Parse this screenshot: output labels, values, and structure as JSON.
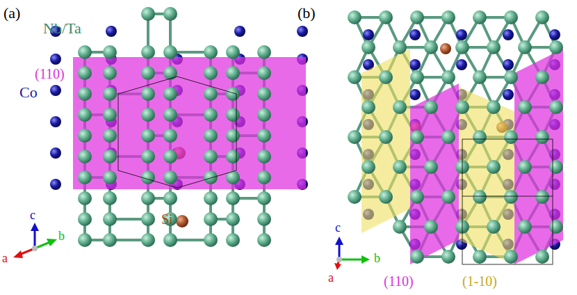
{
  "diagram": {
    "labels": [
      "(a)",
      "Nb/Ta",
      "(110)",
      "Co",
      "Si",
      "c",
      "a",
      "b",
      "(b)",
      "c",
      "b",
      "a",
      "(110)",
      "(1-10)"
    ]
  }
}
